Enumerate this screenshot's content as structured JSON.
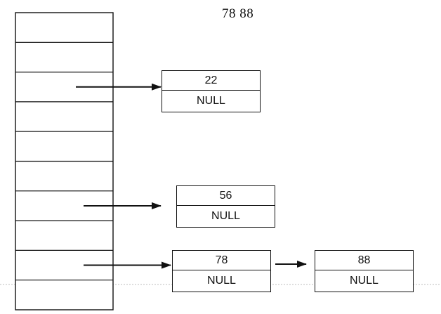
{
  "header": {
    "text": "78 88"
  },
  "table": {
    "slot_count": 10
  },
  "nodes": [
    {
      "id": "node-22",
      "value": "22",
      "next": "NULL"
    },
    {
      "id": "node-56",
      "value": "56",
      "next": "NULL"
    },
    {
      "id": "node-78",
      "value": "78",
      "next": "NULL"
    },
    {
      "id": "node-88",
      "value": "88",
      "next": "NULL"
    }
  ],
  "edges": [
    {
      "from": "slot-3",
      "to": "node-22"
    },
    {
      "from": "slot-7",
      "to": "node-56"
    },
    {
      "from": "slot-9",
      "to": "node-78"
    },
    {
      "from": "node-78",
      "to": "node-88"
    }
  ],
  "style": {
    "line_color": "#111111",
    "guide_color": "#bdbdbd",
    "background": "#ffffff"
  }
}
